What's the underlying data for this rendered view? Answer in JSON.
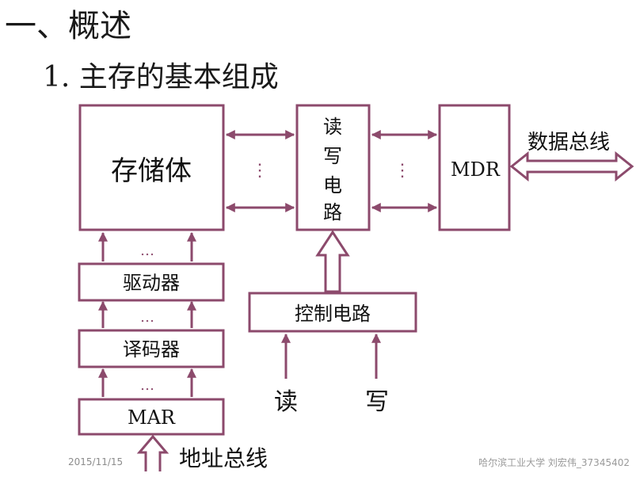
{
  "heading": "一、概述",
  "subheading": "1. 主存的基本组成",
  "diagram": {
    "storage_label": "存储体",
    "rw_circuit_label": [
      "读",
      "写",
      "电",
      "路"
    ],
    "mdr_label": "MDR",
    "data_bus_label": "数据总线",
    "driver_label": "驱动器",
    "decoder_label": "译码器",
    "mar_label": "MAR",
    "control_label": "控制电路",
    "read_label": "读",
    "write_label": "写",
    "address_bus_label": "地址总线",
    "ellipsis_h": "…",
    "ellipsis_v": "⋮",
    "colors": {
      "stroke": "#8c4a6c",
      "ellipsis": "#8c4a6c"
    }
  },
  "footer": {
    "date": "2015/11/15",
    "credit": "哈尔滨工业大学 刘宏伟_37345402"
  }
}
